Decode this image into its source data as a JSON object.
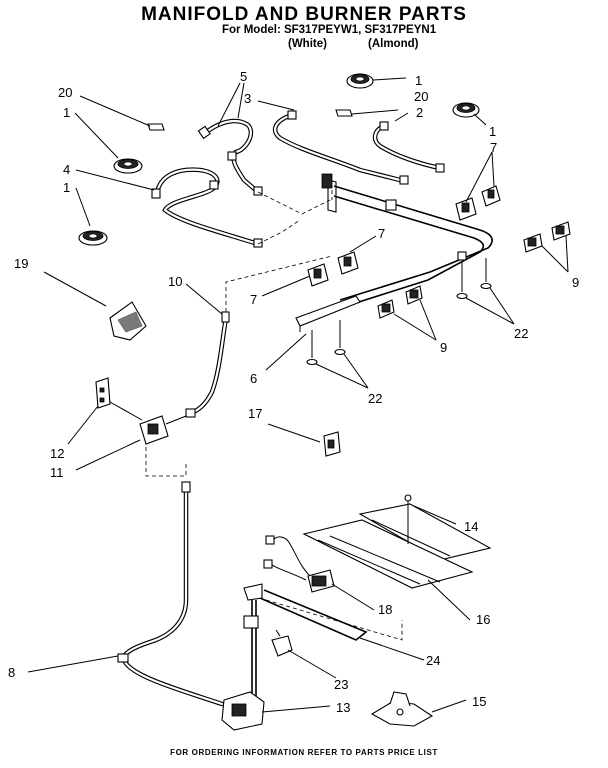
{
  "header": {
    "title": "MANIFOLD AND BURNER PARTS",
    "model_line": "For Model: SF317PEYW1, SF317PEYN1",
    "variant_white": "(White)",
    "variant_almond": "(Almond)"
  },
  "footer": {
    "note": "FOR ORDERING INFORMATION REFER TO PARTS PRICE LIST"
  },
  "callouts": {
    "c1a": "1",
    "c1b": "1",
    "c1c": "1",
    "c1d": "1",
    "c2": "2",
    "c3": "3",
    "c4": "4",
    "c5": "5",
    "c6": "6",
    "c7a": "7",
    "c7b": "7",
    "c7c": "7",
    "c8": "8",
    "c9a": "9",
    "c9b": "9",
    "c10": "10",
    "c11": "11",
    "c12": "12",
    "c13": "13",
    "c14": "14",
    "c15": "15",
    "c16": "16",
    "c17": "17",
    "c18": "18",
    "c19": "19",
    "c20a": "20",
    "c20b": "20",
    "c22a": "22",
    "c22b": "22",
    "c23": "23",
    "c24": "24"
  }
}
